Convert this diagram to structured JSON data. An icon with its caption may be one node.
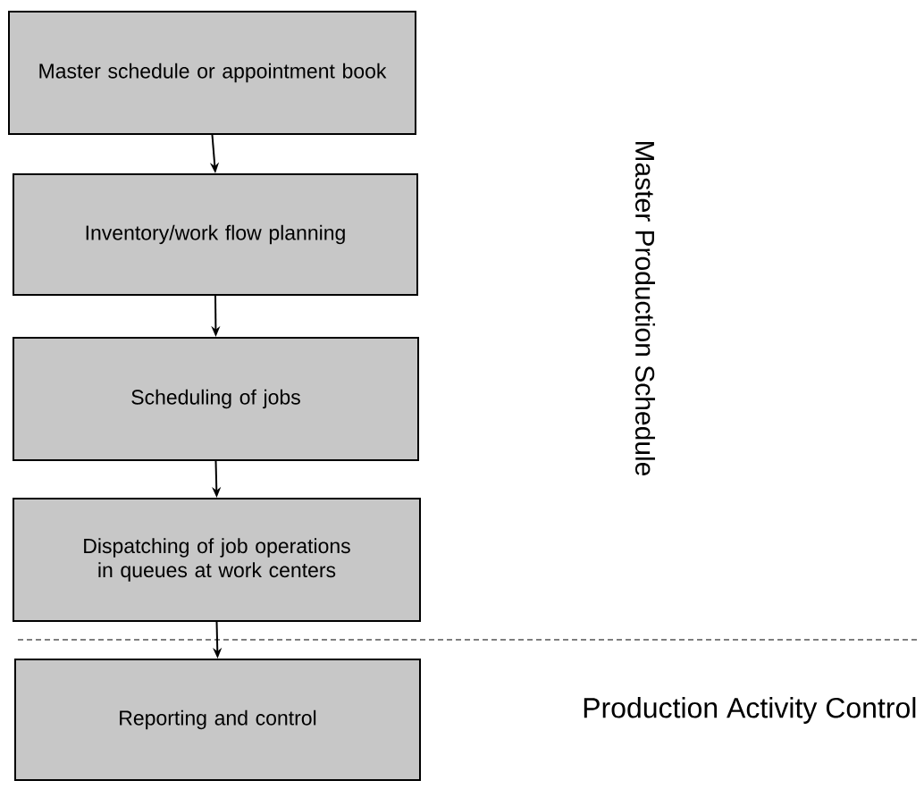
{
  "diagram": {
    "nodes": [
      {
        "text": [
          "Master schedule or appointment book"
        ]
      },
      {
        "text": [
          "Inventory/work flow planning"
        ]
      },
      {
        "text": [
          "Scheduling of jobs"
        ]
      },
      {
        "text": [
          "Dispatching of job operations in queues at work centers"
        ]
      },
      {
        "text": [
          "Reporting and control"
        ]
      }
    ],
    "edges": [
      {
        "from": 0,
        "to": 1,
        "arrow": "to"
      },
      {
        "from": 1,
        "to": 2,
        "arrow": "to"
      },
      {
        "from": 2,
        "to": 3,
        "arrow": "to"
      },
      {
        "from": 3,
        "to": 4,
        "arrow": "to"
      }
    ],
    "labels": [
      "Master Production Schedule",
      "Production Activity Control"
    ]
  }
}
